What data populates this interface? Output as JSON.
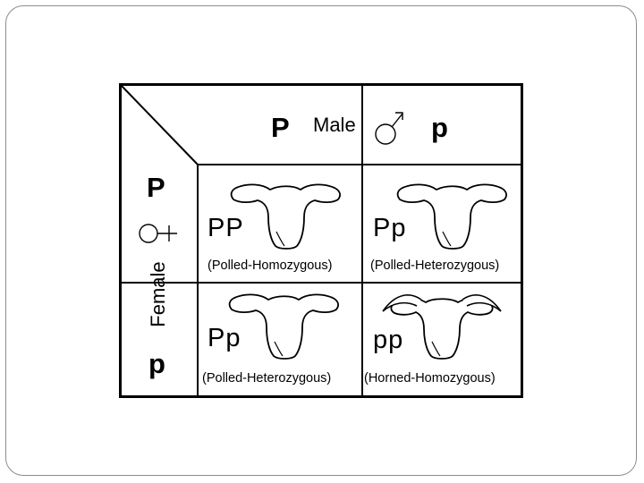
{
  "header": {
    "male_allele_1": "P",
    "male_label": "Male",
    "male_allele_2": "p"
  },
  "side": {
    "female_allele_1": "P",
    "female_label": "Female",
    "female_allele_2": "p"
  },
  "cells": [
    {
      "genotype": "PP",
      "phenotype": "(Polled-Homozygous)",
      "head": "polled-cow-head-icon"
    },
    {
      "genotype": "Pp",
      "phenotype": "(Polled-Heterozygous)",
      "head": "polled-cow-head-icon"
    },
    {
      "genotype": "Pp",
      "phenotype": "(Polled-Heterozygous)",
      "head": "polled-cow-head-icon"
    },
    {
      "genotype": "pp",
      "phenotype": "(Horned-Homozygous)",
      "head": "horned-cow-head-icon"
    }
  ],
  "colors": {
    "ink": "#000000",
    "frame": "#8c8c8c",
    "background": "#ffffff"
  }
}
